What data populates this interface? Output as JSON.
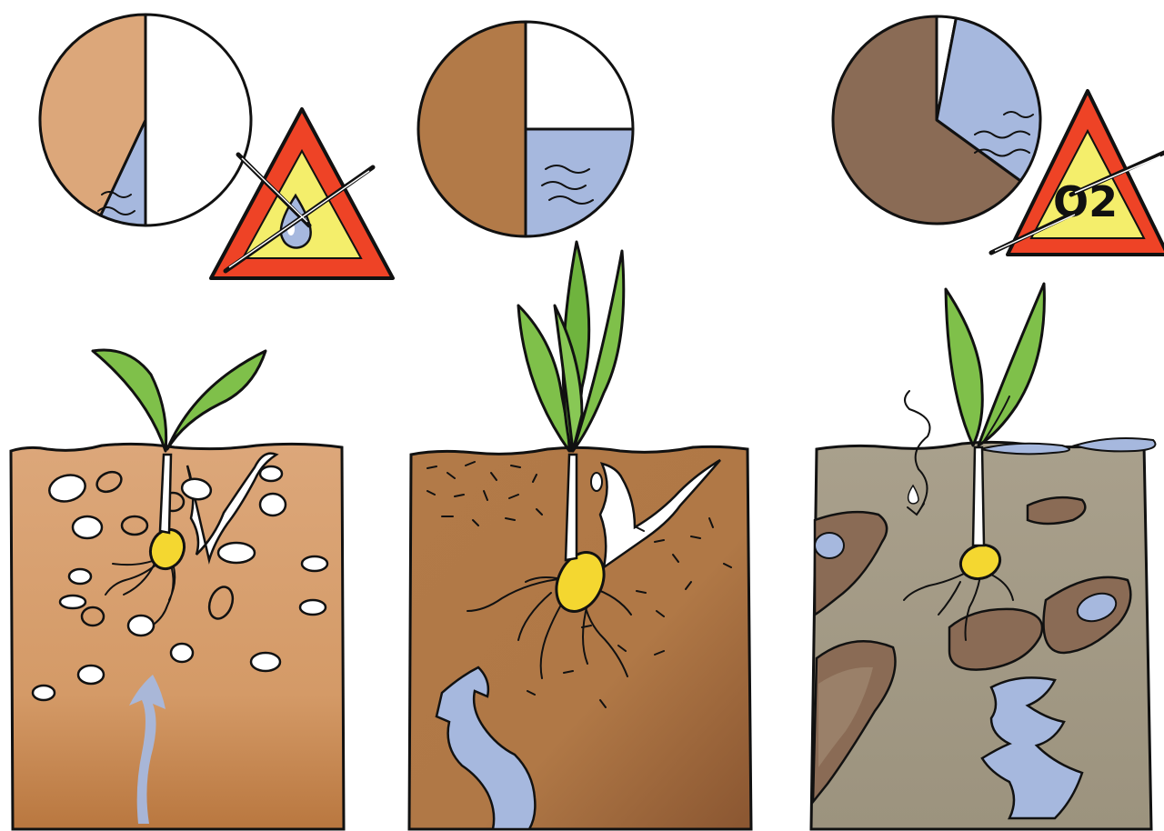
{
  "colors": {
    "soil_dry": "#dca77a",
    "soil_dry_dark": "#b9773f",
    "soil_ideal": "#b27a48",
    "soil_ideal_dark": "#8a5631",
    "soil_wet": "#a59c88",
    "soil_wet_clod": "#8a6b55",
    "water": "#a6b8de",
    "air": "#ffffff",
    "leaf": "#7fc04a",
    "seed": "#f4d730",
    "sign_border": "#ee4326",
    "sign_fill": "#f4ee6b"
  },
  "panels": [
    {
      "id": "dry",
      "composition": {
        "soil": 0.43,
        "water": 0.07,
        "air": 0.5
      },
      "warning": "water-drop"
    },
    {
      "id": "ideal",
      "composition": {
        "soil": 0.5,
        "water": 0.25,
        "air": 0.25
      },
      "warning": null
    },
    {
      "id": "waterlogged",
      "composition": {
        "soil": 0.65,
        "water": 0.32,
        "air": 0.03
      },
      "warning": "oxygen"
    }
  ],
  "labels": {
    "oxygen_symbol": "O2"
  }
}
